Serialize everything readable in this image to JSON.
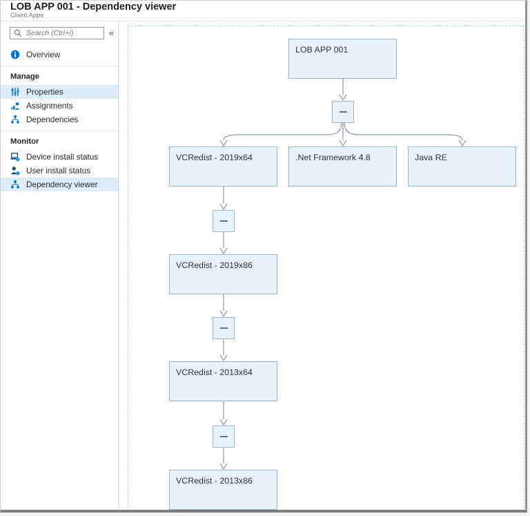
{
  "header": {
    "title": "LOB APP 001 - Dependency viewer",
    "subtitle": "Client Apps"
  },
  "sidebar": {
    "search_placeholder": "Search (Ctrl+/)",
    "collapse_glyph": "«",
    "sections": [
      {
        "items": [
          {
            "label": "Overview",
            "icon": "info-icon",
            "selected": false
          }
        ]
      },
      {
        "header": "Manage",
        "items": [
          {
            "label": "Properties",
            "icon": "properties-icon",
            "selected": true
          },
          {
            "label": "Assignments",
            "icon": "assignments-icon",
            "selected": false
          },
          {
            "label": "Dependencies",
            "icon": "dependencies-icon",
            "selected": false
          }
        ]
      },
      {
        "header": "Monitor",
        "items": [
          {
            "label": "Device install status",
            "icon": "device-icon",
            "selected": false
          },
          {
            "label": "User install status",
            "icon": "user-icon",
            "selected": false
          },
          {
            "label": "Dependency viewer",
            "icon": "hierarchy-icon",
            "selected": true
          }
        ]
      }
    ]
  },
  "diagram": {
    "collapse_glyph": "minus",
    "nodes": [
      {
        "label": "LOB APP 001"
      },
      {
        "label": "VCRedist - 2019x64"
      },
      {
        "label": ".Net Framework 4.8"
      },
      {
        "label": "Java RE"
      },
      {
        "label": "VCRedist - 2019x86"
      },
      {
        "label": "VCRedist - 2013x64"
      },
      {
        "label": "VCRedist - 2013x86"
      }
    ],
    "edges": [
      {
        "from": "LOB APP 001",
        "to": "VCRedist - 2019x64"
      },
      {
        "from": "LOB APP 001",
        "to": ".Net Framework 4.8"
      },
      {
        "from": "LOB APP 001",
        "to": "Java RE"
      },
      {
        "from": "VCRedist - 2019x64",
        "to": "VCRedist - 2019x86"
      },
      {
        "from": "VCRedist - 2019x86",
        "to": "VCRedist - 2013x64"
      },
      {
        "from": "VCRedist - 2013x64",
        "to": "VCRedist - 2013x86"
      }
    ]
  },
  "colors": {
    "accent": "#0078d4",
    "icon_dark": "#1f4e79",
    "node_fill": "#e8f2fb",
    "node_border": "#9db4c7",
    "connector": "#8e9bab",
    "canvas_border": "#a6d9ea",
    "selected_item_bg": "#dcedf9"
  }
}
